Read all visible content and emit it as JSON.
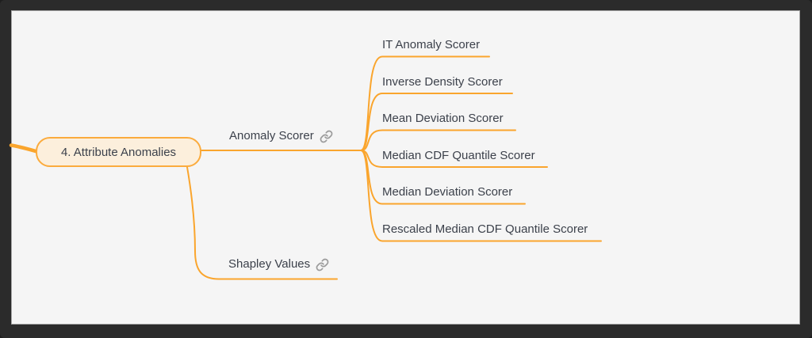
{
  "app": {
    "description": "Mind map view",
    "colors": {
      "frame": "#2b2b2b",
      "canvas_background": "#f5f5f5",
      "connector_orange": "#faa52d",
      "root_node_fill": "#fcefdc",
      "root_node_border": "#fbab3d",
      "text": "#3c414b",
      "link_icon_gray": "#9b9b9b"
    }
  },
  "mindmap": {
    "root": {
      "label": "4. Attribute Anomalies"
    },
    "branches": [
      {
        "label": "Anomaly Scorer",
        "icon": "link-icon",
        "children": [
          {
            "label": "IT Anomaly Scorer"
          },
          {
            "label": "Inverse Density Scorer"
          },
          {
            "label": "Mean Deviation Scorer"
          },
          {
            "label": "Median CDF Quantile Scorer"
          },
          {
            "label": "Median Deviation Scorer"
          },
          {
            "label": "Rescaled Median CDF Quantile Scorer"
          }
        ]
      },
      {
        "label": "Shapley Values",
        "icon": "link-icon",
        "children": []
      }
    ]
  }
}
